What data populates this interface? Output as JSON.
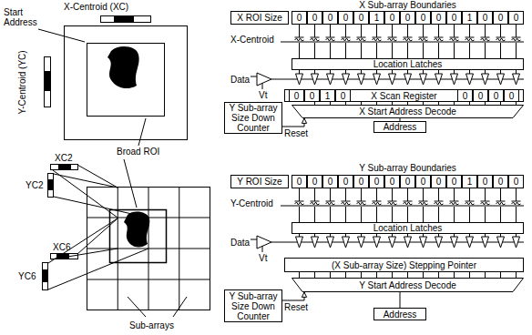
{
  "diagram": {
    "nodes": [
      {
        "text": [
          "X ROI Size"
        ]
      },
      {
        "text": [
          "0"
        ]
      },
      {
        "text": [
          "0"
        ]
      },
      {
        "text": [
          "0"
        ]
      },
      {
        "text": [
          "0"
        ]
      },
      {
        "text": [
          "0"
        ]
      },
      {
        "text": [
          "1"
        ]
      },
      {
        "text": [
          "0"
        ]
      },
      {
        "text": [
          "0"
        ]
      },
      {
        "text": [
          "0"
        ]
      },
      {
        "text": [
          "0"
        ]
      },
      {
        "text": [
          "0"
        ]
      },
      {
        "text": [
          "1"
        ]
      },
      {
        "text": [
          "0"
        ]
      },
      {
        "text": [
          "0"
        ]
      },
      {
        "text": [
          "0"
        ]
      },
      {
        "text": [
          "Location Latches"
        ]
      },
      {
        "text": [
          "X Scan Register"
        ]
      },
      {
        "text": [
          "0"
        ],
        "in": 17
      },
      {
        "text": [
          "0"
        ],
        "in": 17
      },
      {
        "text": [
          "1"
        ],
        "in": 17
      },
      {
        "text": [
          "0"
        ],
        "in": 17
      },
      {
        "text": [
          "0"
        ],
        "in": 17
      },
      {
        "text": [
          "0"
        ],
        "in": 17
      },
      {
        "text": [
          "0"
        ],
        "in": 17
      },
      {
        "text": [
          "0"
        ],
        "in": 17
      },
      {
        "text": [
          "X Start Address Decode"
        ]
      },
      {
        "text": [
          "Address"
        ]
      },
      {
        "text": [
          "Y Sub-array Size Down Counter"
        ]
      },
      {
        "text": [
          "Y ROI Size"
        ]
      },
      {
        "text": [
          "0"
        ]
      },
      {
        "text": [
          "0"
        ]
      },
      {
        "text": [
          "0"
        ]
      },
      {
        "text": [
          "0"
        ]
      },
      {
        "text": [
          "0"
        ]
      },
      {
        "text": [
          "0"
        ]
      },
      {
        "text": [
          "0"
        ]
      },
      {
        "text": [
          "0"
        ]
      },
      {
        "text": [
          "0"
        ]
      },
      {
        "text": [
          "0"
        ]
      },
      {
        "text": [
          "0"
        ]
      },
      {
        "text": [
          "1"
        ]
      },
      {
        "text": [
          "0"
        ]
      },
      {
        "text": [
          "0"
        ]
      },
      {
        "text": [
          "0"
        ]
      },
      {
        "text": [
          "Location Latches"
        ]
      },
      {
        "text": [
          "(X Sub-array Size) Stepping Pointer"
        ]
      },
      {
        "text": [
          "Y Start Address Decode"
        ]
      },
      {
        "text": [
          "Address"
        ]
      },
      {
        "text": [
          "Y Sub-array Size Down Counter"
        ]
      }
    ],
    "edges": [
      {
        "from": 28,
        "to": 26,
        "arrow": "to",
        "label": "Reset"
      },
      {
        "from": 26,
        "to": 27,
        "arrow": "none"
      },
      {
        "from": 49,
        "to": 47,
        "arrow": "to",
        "label": "Reset"
      },
      {
        "from": 47,
        "to": 48,
        "arrow": "none"
      }
    ],
    "labels": [
      "X Sub-array Boundaries",
      "X-Centroid",
      "Data",
      "Vt",
      "Y Sub-array Boundaries",
      "Y-Centroid",
      "Data",
      "Vt",
      "Start Address",
      "X-Centroid (XC)",
      "Y-Centroid (YC)",
      "Broad ROI",
      "XC2",
      "YC2",
      "XC6",
      "YC6",
      "Sub-arrays"
    ]
  }
}
